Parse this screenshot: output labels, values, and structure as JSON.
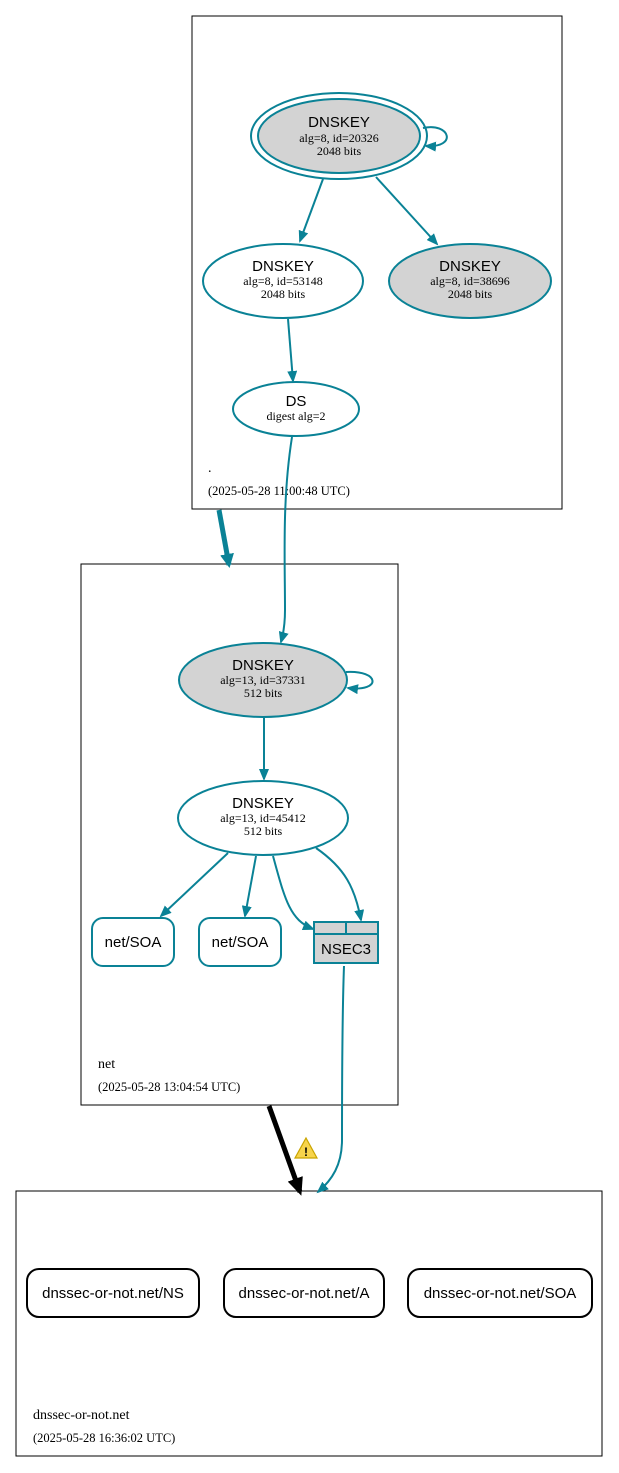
{
  "colors": {
    "edge": "#0a8296",
    "node_fill_key": "#d3d3d3",
    "node_fill_plain": "#ffffff",
    "zone_border": "#000000",
    "warning": "#f2c200"
  },
  "zones": [
    {
      "id": "root",
      "name": ".",
      "timestamp": "(2025-05-28 11:00:48 UTC)"
    },
    {
      "id": "net",
      "name": "net",
      "timestamp": "(2025-05-28 13:04:54 UTC)"
    },
    {
      "id": "dom",
      "name": "dnssec-or-not.net",
      "timestamp": "(2025-05-28 16:36:02 UTC)"
    }
  ],
  "nodes": {
    "root_ksk": {
      "title": "DNSKEY",
      "line1": "alg=8, id=20326",
      "line2": "2048 bits"
    },
    "root_zsk": {
      "title": "DNSKEY",
      "line1": "alg=8, id=53148",
      "line2": "2048 bits"
    },
    "root_key3": {
      "title": "DNSKEY",
      "line1": "alg=8, id=38696",
      "line2": "2048 bits"
    },
    "root_ds": {
      "title": "DS",
      "line1": "digest alg=2"
    },
    "net_ksk": {
      "title": "DNSKEY",
      "line1": "alg=13, id=37331",
      "line2": "512 bits"
    },
    "net_zsk": {
      "title": "DNSKEY",
      "line1": "alg=13, id=45412",
      "line2": "512 bits"
    },
    "net_soa1": {
      "label": "net/SOA"
    },
    "net_soa2": {
      "label": "net/SOA"
    },
    "net_nsec3": {
      "label": "NSEC3"
    },
    "dom_ns": {
      "label": "dnssec-or-not.net/NS"
    },
    "dom_a": {
      "label": "dnssec-or-not.net/A"
    },
    "dom_soa": {
      "label": "dnssec-or-not.net/SOA"
    }
  },
  "icons": {
    "warning": "warning-icon"
  }
}
